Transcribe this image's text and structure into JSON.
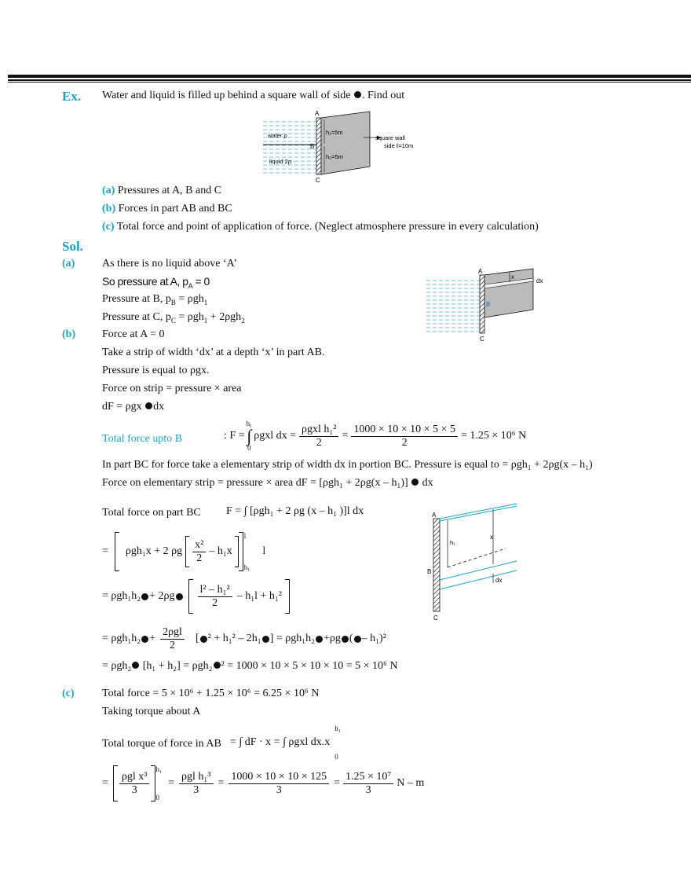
{
  "example": {
    "label": "Ex.",
    "statement": "Water and liquid is filled up behind a square wall of side",
    "statement_end": ". Find out",
    "figure1": {
      "A": "A",
      "B": "B",
      "C": "C",
      "water": "water ρ",
      "liquid": "liquid 2ρ",
      "h1": "h₁=5m",
      "h2": "h₂=5m",
      "wall1": "square wall",
      "wall2": "side ℓ=10m"
    },
    "parts": [
      {
        "label": "(a)",
        "text": "Pressures  at A, B and C"
      },
      {
        "label": "(b)",
        "text": "Forces in part AB and BC"
      },
      {
        "label": "(c)",
        "text": "Total force and point of application of force. (Neglect atmosphere pressure in every calculation)"
      }
    ]
  },
  "solution": {
    "label": "Sol.",
    "a_label": "(a)",
    "a_line1": "As there is no liquid above ‘A’",
    "a_line2": "So pressure at A, p",
    "a_line2_sub": "A",
    "a_line2_end": " = 0",
    "a_line3": "Pressure at B, p",
    "a_line3_sub": "B",
    "a_line3_mid": " = ρgh",
    "a_line3_sub2": "1",
    "a_line4": "Pressure at C, p",
    "a_line4_sub": "C",
    "a_line4_mid": " = ρgh",
    "a_line4_sub2": "1",
    "a_line4_mid2": " + 2ρgh",
    "a_line4_sub3": "2",
    "figure2": {
      "A": "A",
      "B": "B",
      "C": "C",
      "x": "x",
      "dx": "dx"
    },
    "b_label": "(b)",
    "b_line1": "Force at A = 0",
    "b_line2": "Take a strip of width ‘dx’ at a depth ‘x’ in part AB.",
    "b_line3": "Pressure is equal to ρgx.",
    "b_line4": "Force on strip = pressure × area",
    "b_line5": "dF = ρgx",
    "b_line5_end": "dx",
    "total_force_b": "Total force upto B",
    "eq1": {
      "lead": ": F =",
      "integrand": "ρgxl dx =",
      "num1": "ρgxl h₁²",
      "den1": "2",
      "eq": "=",
      "num2": "1000 × 10 × 10 × 5 × 5",
      "den2": "2",
      "res": "= 1.25 × 10⁶ N",
      "ub": "h₁",
      "lb": "0"
    },
    "bc_line1": "In part BC for force take a elementary strip of width dx in portion BC. Pressure is equal to = ρgh₁ + 2ρg(x – h₁)",
    "bc_line2": "Force on elementary strip = pressure × area   dF = [ρgh₁ + 2ρg(x – h₁)]",
    "bc_line2_end": "dx",
    "total_force_bc": "Total force on part BC",
    "eq2": "F = ∫  [ρgh₁ + 2 ρg (x – h₁ )]l dx",
    "eq2_ub": "l",
    "eq2_lb": "h₁",
    "figure3": {
      "A": "A",
      "B": "B",
      "C": "C",
      "h1": "h₁",
      "x": "x",
      "dx": "dx"
    },
    "eq3_lead": "=",
    "eq3_a": "ρgh₁x + 2 ρg",
    "eq3_num": "x²",
    "eq3_den": "2",
    "eq3_b": "– h₁x",
    "eq3_ub": "l",
    "eq3_lb": "h₁",
    "eq3_l": "l",
    "eq4_a": "= ρgh₁h₂",
    "eq4_b": " + 2ρg",
    "eq4_num": "l² – h₁²",
    "eq4_den": "2",
    "eq4_c": "– h₁l + h₁²",
    "eq5_a": "= ρgh₁h₂",
    "eq5_b": " +",
    "eq5_num": "2ρgl",
    "eq5_den": "2",
    "eq5_c": "[",
    "eq5_d": "² + h₁² – 2h₁",
    "eq5_e": "] = ρgh₁h₂",
    "eq5_f": " +ρg",
    "eq5_g": " (",
    "eq5_h": " – h₁)²",
    "eq6_a": "= ρgh₂",
    "eq6_b": " [h₁ + h₂] = ρgh₂",
    "eq6_c": "² = 1000 × 10 × 5 × 10 × 10 = 5 × 10⁶ N",
    "c_label": "(c)",
    "c_line1": "Total force  = 5 × 10⁶ + 1.25 × 10⁶  = 6.25 × 10⁶ N",
    "c_line2": "Taking torque about A",
    "torque_label": "Total torque of force in AB",
    "eq7": "=  ∫ dF · x =  ∫ ρgxl dx.x",
    "eq7_ub": "h₁",
    "eq7_lb": "0",
    "eq8_lead": "=",
    "eq8_num1": "ρgl x³",
    "eq8_den1": "3",
    "eq8_ub": "h₁",
    "eq8_lb": "0",
    "eq8_num2": "ρgl h₁³",
    "eq8_den2": "3",
    "eq8_num3": "1000 × 10 × 10 × 125",
    "eq8_den3": "3",
    "eq8_num4": "1.25 × 10⁷",
    "eq8_den4": "3",
    "eq8_unit": "N – m"
  }
}
